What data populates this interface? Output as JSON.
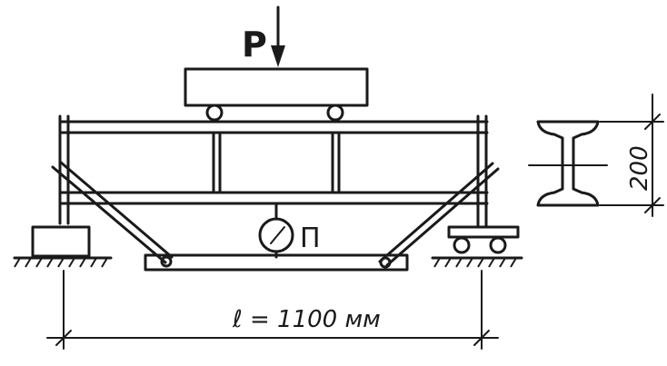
{
  "load": {
    "label": "P"
  },
  "gauge": {
    "label": "П"
  },
  "section": {
    "height_label": "200"
  },
  "span": {
    "label": "ℓ = 1100 мм"
  },
  "colors": {
    "ink": "#1a1a1a",
    "paper": "#ffffff"
  }
}
